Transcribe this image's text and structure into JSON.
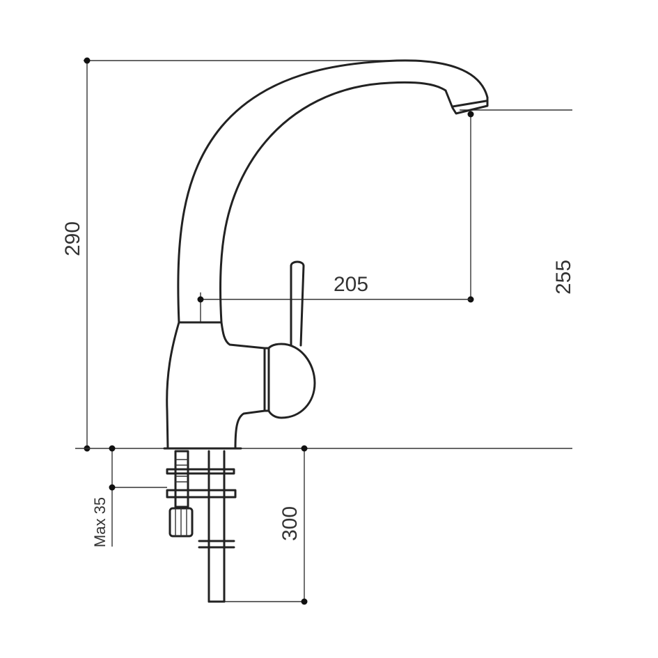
{
  "drawing": {
    "subject": "single-lever kitchen faucet side view with dimensions",
    "colors": {
      "line": "#222222",
      "dimension": "#333333",
      "background": "#ffffff"
    }
  },
  "dimensions": {
    "overall_height": "290",
    "spout_reach": "205",
    "spout_height": "255",
    "max_deck_thickness": "Max 35",
    "hose_length": "300"
  }
}
